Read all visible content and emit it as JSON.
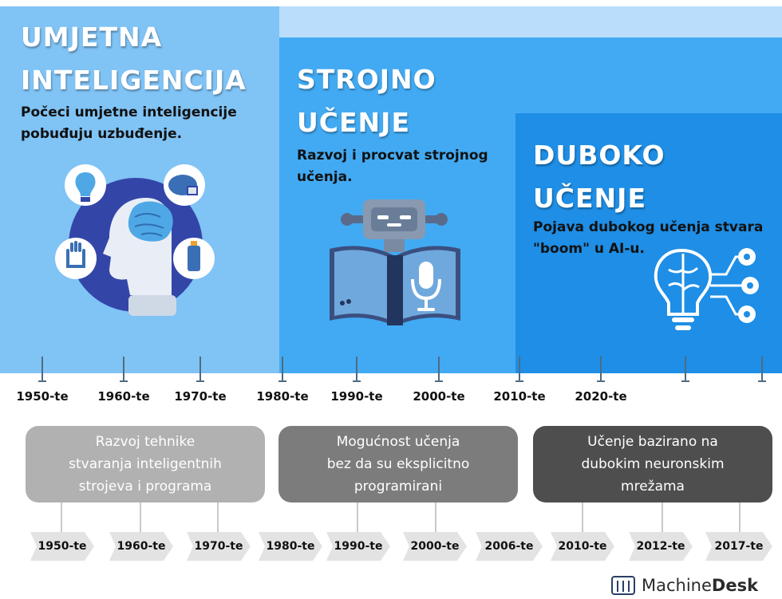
{
  "colors": {
    "panel1": "#80c3f5",
    "panel2": "#42aaf3",
    "panel3": "#1e8ee6",
    "top_strip": "#b9ddfa",
    "box1": "#b1b1b1",
    "box2": "#7c7c7c",
    "box3": "#4e4e4e"
  },
  "sections": [
    {
      "title_line1": "UMJETNA",
      "title_line2": "INTELIGENCIJA",
      "subtitle_line1": "Počeci umjetne inteligencije",
      "subtitle_line2": "pobuđuju uzbuđenje.",
      "illustration": "ai-head-with-icons"
    },
    {
      "title_line1": "STROJNO",
      "title_line2": "UČENJE",
      "subtitle_line1": "Razvoj i procvat strojnog",
      "subtitle_line2": "učenja.",
      "illustration": "robot-reading-book"
    },
    {
      "title_line1": "DUBOKO",
      "title_line2": "UČENJE",
      "subtitle_line1": "Pojava dubokog učenja stvara",
      "subtitle_line2": "\"boom\" u AI-u.",
      "illustration": "brain-bulb-network"
    }
  ],
  "timeline_years": [
    "1950-te",
    "1960-te",
    "1970-te",
    "1980-te",
    "1990-te",
    "2000-te",
    "2010-te",
    "2020-te"
  ],
  "descriptions": [
    {
      "line1": "Razvoj tehnike",
      "line2": "stvaranja inteligentnih",
      "line3": "strojeva i programa"
    },
    {
      "line1": "Mogućnost učenja",
      "line2": "bez da su eksplicitno",
      "line3": "programirani"
    },
    {
      "line1": "Učenje bazirano na",
      "line2": "dubokim neuronskim",
      "line3": "mrežama"
    }
  ],
  "bottom_labels": [
    "1950-te",
    "1960-te",
    "1970-te",
    "1980-te",
    "1990-te",
    "2000-te",
    "2006-te",
    "2010-te",
    "2012-te",
    "2017-te"
  ],
  "brand": {
    "prefix": "Machine",
    "suffix": "Desk",
    "icon": "machinedesk-logo-icon"
  }
}
